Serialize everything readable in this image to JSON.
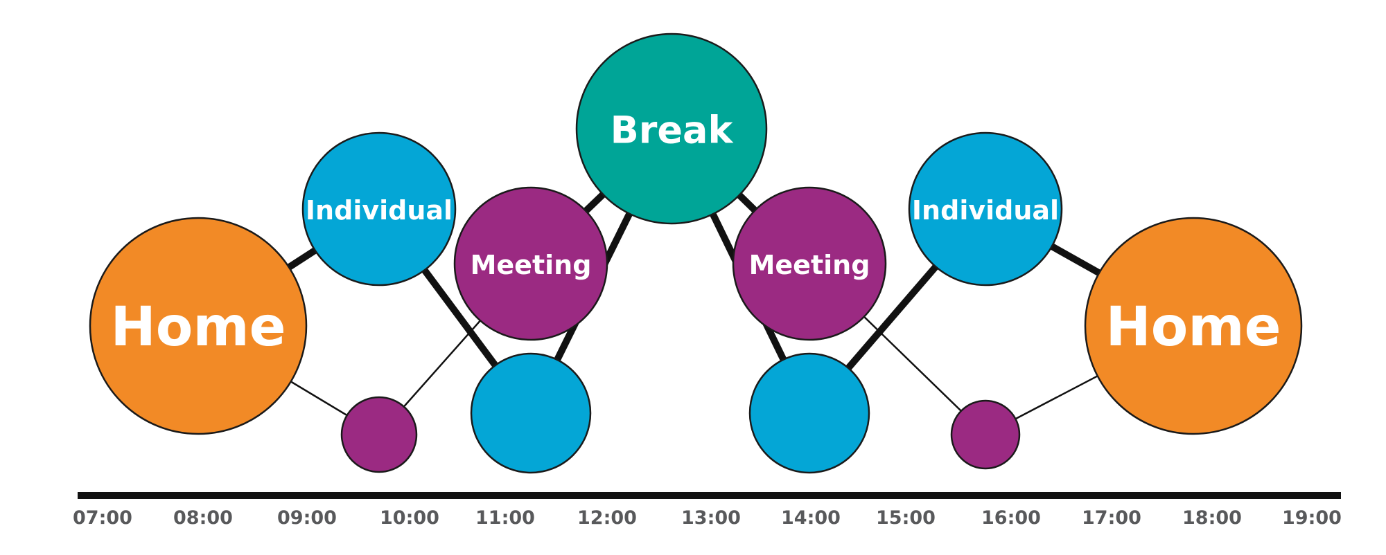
{
  "colors": {
    "home": "#f28a26",
    "individual": "#04a6d6",
    "meeting": "#9b2a82",
    "break": "#00a597",
    "line": "#111111",
    "axis_text": "#58595b"
  },
  "nodes": [
    {
      "id": "home-start",
      "label": "Home",
      "category": "home"
    },
    {
      "id": "individual-1",
      "label": "Individual",
      "category": "individual"
    },
    {
      "id": "small-meeting-1",
      "label": "",
      "category": "meeting"
    },
    {
      "id": "meeting-1",
      "label": "Meeting",
      "category": "meeting"
    },
    {
      "id": "individual-small-1",
      "label": "",
      "category": "individual"
    },
    {
      "id": "break",
      "label": "Break",
      "category": "break"
    },
    {
      "id": "individual-small-2",
      "label": "",
      "category": "individual"
    },
    {
      "id": "meeting-2",
      "label": "Meeting",
      "category": "meeting"
    },
    {
      "id": "individual-2",
      "label": "Individual",
      "category": "individual"
    },
    {
      "id": "small-meeting-2",
      "label": "",
      "category": "meeting"
    },
    {
      "id": "home-end",
      "label": "Home",
      "category": "home"
    }
  ],
  "edges": [
    {
      "from": "home-start",
      "to": "individual-1",
      "weight": "thick"
    },
    {
      "from": "home-start",
      "to": "small-meeting-1",
      "weight": "thin"
    },
    {
      "from": "individual-1",
      "to": "individual-small-1",
      "weight": "thick"
    },
    {
      "from": "small-meeting-1",
      "to": "meeting-1",
      "weight": "thin"
    },
    {
      "from": "meeting-1",
      "to": "break",
      "weight": "thick"
    },
    {
      "from": "individual-small-1",
      "to": "break",
      "weight": "thick"
    },
    {
      "from": "break",
      "to": "meeting-2",
      "weight": "thick"
    },
    {
      "from": "break",
      "to": "individual-small-2",
      "weight": "thick"
    },
    {
      "from": "individual-small-2",
      "to": "individual-2",
      "weight": "thick"
    },
    {
      "from": "meeting-2",
      "to": "small-meeting-2",
      "weight": "thin"
    },
    {
      "from": "individual-2",
      "to": "home-end",
      "weight": "thick"
    },
    {
      "from": "small-meeting-2",
      "to": "home-end",
      "weight": "thin"
    }
  ],
  "timeline": {
    "ticks": [
      "07:00",
      "08:00",
      "09:00",
      "10:00",
      "11:00",
      "12:00",
      "13:00",
      "14:00",
      "15:00",
      "16:00",
      "17:00",
      "18:00",
      "19:00"
    ]
  }
}
